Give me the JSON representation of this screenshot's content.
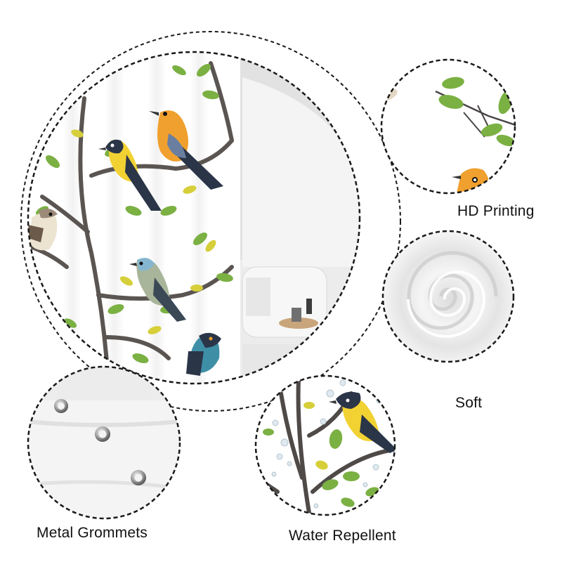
{
  "features": [
    {
      "id": "hd",
      "label": "HD Printing",
      "icon": "leaf-branch-detail"
    },
    {
      "id": "soft",
      "label": "Soft",
      "icon": "fabric-swirl-detail"
    },
    {
      "id": "metal",
      "label": "Metal Grommets",
      "icon": "grommet-detail"
    },
    {
      "id": "water",
      "label": "Water Repellent",
      "icon": "water-droplets-detail"
    }
  ],
  "colors": {
    "outline": "#1a1a1a",
    "branch": "#5b5552",
    "leaf": "#7bb043",
    "leaf_yellow": "#d6cf3a",
    "bird_orange": "#f0a02e",
    "bird_yellow": "#f1d232",
    "bird_navy": "#2b3548",
    "bird_blue": "#86b6cf",
    "bird_teal": "#3e8fa6"
  }
}
